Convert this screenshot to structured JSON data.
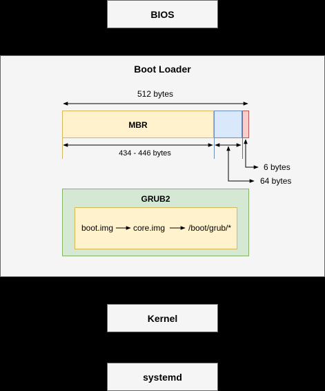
{
  "stages": {
    "bios": "BIOS",
    "boot_loader": "Boot Loader",
    "kernel": "Kernel",
    "systemd": "systemd"
  },
  "mbr": {
    "total_size": "512 bytes",
    "label": "MBR",
    "code_size": "434 - 446 bytes",
    "signature_size": "6 bytes",
    "partition_table_size": "64 bytes"
  },
  "grub2": {
    "label": "GRUB2",
    "chain": [
      "boot.img",
      "core.img",
      "/boot/grub/*"
    ]
  },
  "colors": {
    "background": "#000000",
    "box_fill": "#f5f5f5",
    "box_border": "#666666",
    "mbr_fill": "#fff2cc",
    "mbr_border": "#d6b656",
    "partition_fill": "#dae8fc",
    "partition_border": "#6c8ebf",
    "signature_fill": "#f8cecc",
    "signature_border": "#b85450",
    "grub_fill": "#d5e8d4",
    "grub_border": "#82b366"
  }
}
